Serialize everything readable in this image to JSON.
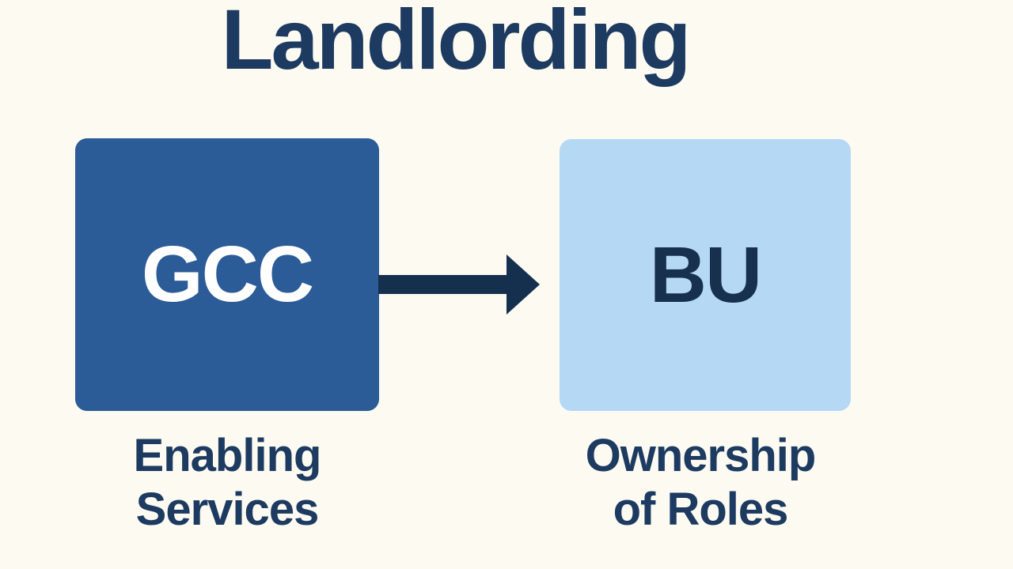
{
  "title": "Landlording",
  "colors": {
    "background": "#fdfaf2",
    "title_text": "#1d3b60",
    "gcc_box_fill": "#2b5c97",
    "gcc_box_text": "#ffffff",
    "bu_box_fill": "#b5d8f5",
    "bu_box_text": "#16304e",
    "arrow": "#15304f",
    "caption_text": "#1d3b60"
  },
  "diagram": {
    "nodes": {
      "gcc": {
        "label": "GCC",
        "caption_line1": "Enabling",
        "caption_line2": "Services"
      },
      "bu": {
        "label": "BU",
        "caption_line1": "Ownership",
        "caption_line2": "of Roles"
      }
    },
    "arrow": {
      "from": "GCC",
      "to": "BU",
      "direction": "right"
    }
  }
}
